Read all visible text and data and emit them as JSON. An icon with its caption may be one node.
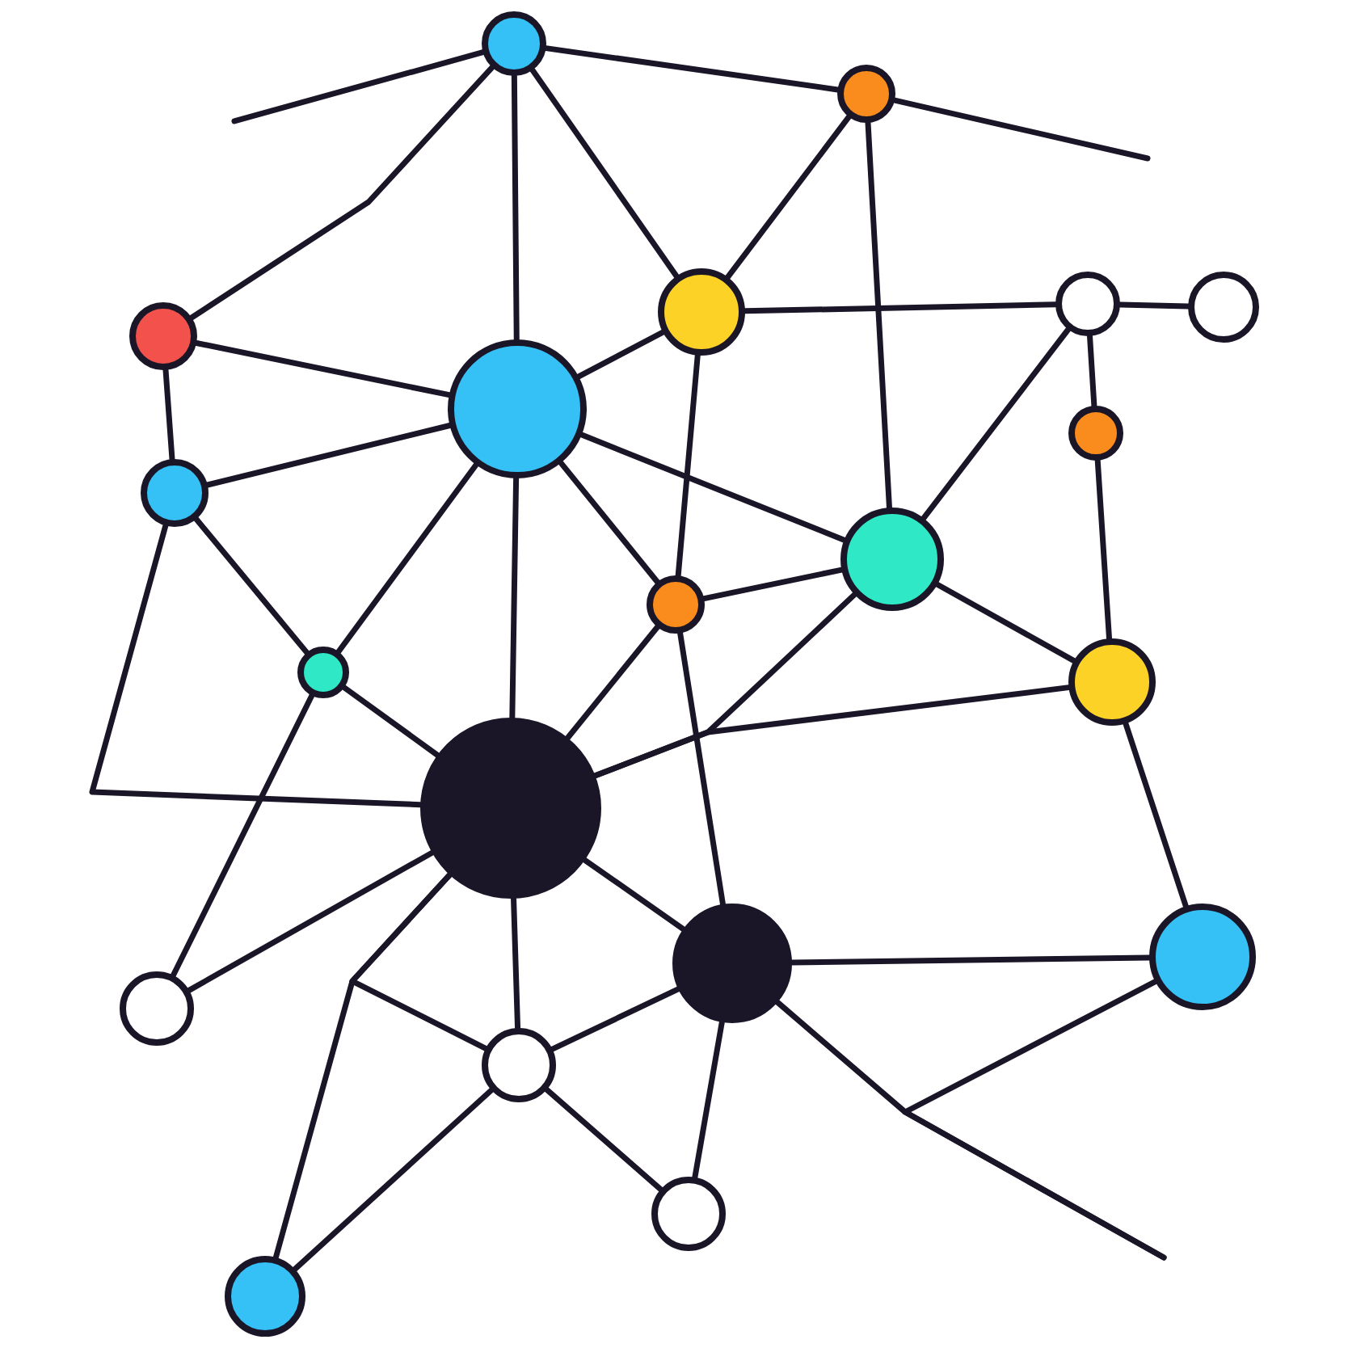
{
  "diagram": {
    "nodes": [
      {
        "text": [],
        "shape": "circle"
      },
      {
        "text": [],
        "shape": "circle"
      },
      {
        "text": [],
        "shape": "circle"
      },
      {
        "text": [],
        "shape": "circle"
      },
      {
        "text": [],
        "shape": "circle"
      },
      {
        "text": [],
        "shape": "circle"
      },
      {
        "text": [],
        "shape": "circle"
      },
      {
        "text": [],
        "shape": "circle"
      },
      {
        "text": [],
        "shape": "circle"
      },
      {
        "text": [],
        "shape": "circle"
      },
      {
        "text": [],
        "shape": "circle"
      },
      {
        "text": [],
        "shape": "circle"
      },
      {
        "text": [],
        "shape": "circle"
      },
      {
        "text": [],
        "shape": "circle"
      },
      {
        "text": [],
        "shape": "circle"
      },
      {
        "text": [],
        "shape": "circle"
      },
      {
        "text": [],
        "shape": "circle"
      },
      {
        "text": [],
        "shape": "circle"
      },
      {
        "text": [],
        "shape": "circle"
      },
      {
        "text": [],
        "shape": "circle"
      }
    ],
    "edges": [
      {
        "from": 0,
        "to": null,
        "arrow": "none"
      },
      {
        "from": 0,
        "to": 2,
        "arrow": "none"
      },
      {
        "from": 0,
        "to": 1,
        "arrow": "none"
      },
      {
        "from": 0,
        "to": 6,
        "arrow": "none"
      },
      {
        "from": 0,
        "to": 3,
        "arrow": "none"
      },
      {
        "from": 1,
        "to": null,
        "arrow": "none"
      },
      {
        "from": 1,
        "to": 3,
        "arrow": "none"
      },
      {
        "from": 1,
        "to": 9,
        "arrow": "none"
      },
      {
        "from": 2,
        "to": 6,
        "arrow": "none"
      },
      {
        "from": 2,
        "to": 8,
        "arrow": "none"
      },
      {
        "from": 3,
        "to": 6,
        "arrow": "none"
      },
      {
        "from": 3,
        "to": 4,
        "arrow": "none"
      },
      {
        "from": 4,
        "to": 5,
        "arrow": "none"
      },
      {
        "from": 4,
        "to": 9,
        "arrow": "none"
      },
      {
        "from": 4,
        "to": 7,
        "arrow": "none"
      },
      {
        "from": 7,
        "to": 12,
        "arrow": "none"
      },
      {
        "from": 3,
        "to": 10,
        "arrow": "none"
      },
      {
        "from": 6,
        "to": 8,
        "arrow": "none"
      },
      {
        "from": 6,
        "to": 9,
        "arrow": "none"
      },
      {
        "from": 6,
        "to": 10,
        "arrow": "none"
      },
      {
        "from": 6,
        "to": 13,
        "arrow": "none"
      },
      {
        "from": 6,
        "to": 11,
        "arrow": "none"
      },
      {
        "from": 8,
        "to": 11,
        "arrow": "none"
      },
      {
        "from": 8,
        "to": 13,
        "arrow": "none"
      },
      {
        "from": 11,
        "to": 13,
        "arrow": "none"
      },
      {
        "from": 11,
        "to": 16,
        "arrow": "none"
      },
      {
        "from": 10,
        "to": 9,
        "arrow": "none"
      },
      {
        "from": 10,
        "to": 13,
        "arrow": "none"
      },
      {
        "from": 10,
        "to": 14,
        "arrow": "none"
      },
      {
        "from": 9,
        "to": 12,
        "arrow": "none"
      },
      {
        "from": 9,
        "to": 13,
        "arrow": "none"
      },
      {
        "from": 12,
        "to": 13,
        "arrow": "none"
      },
      {
        "from": 12,
        "to": 15,
        "arrow": "none"
      },
      {
        "from": 13,
        "to": 16,
        "arrow": "none"
      },
      {
        "from": 13,
        "to": 14,
        "arrow": "none"
      },
      {
        "from": 13,
        "to": 17,
        "arrow": "none"
      },
      {
        "from": 13,
        "to": 19,
        "arrow": "none"
      },
      {
        "from": 13,
        "to": 17,
        "arrow": "none"
      },
      {
        "from": 14,
        "to": 15,
        "arrow": "none"
      },
      {
        "from": 14,
        "to": 17,
        "arrow": "none"
      },
      {
        "from": 14,
        "to": 18,
        "arrow": "none"
      },
      {
        "from": 17,
        "to": 18,
        "arrow": "none"
      },
      {
        "from": 17,
        "to": 19,
        "arrow": "none"
      },
      {
        "from": 14,
        "to": null,
        "arrow": "none"
      },
      {
        "from": 15,
        "to": null,
        "arrow": "none"
      }
    ]
  }
}
